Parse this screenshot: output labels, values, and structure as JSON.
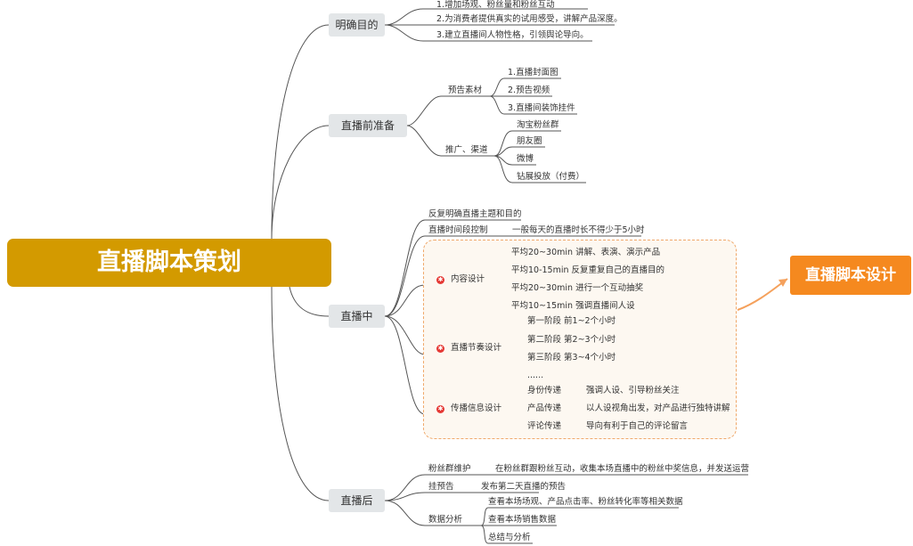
{
  "root": "直播脚本策划",
  "side_node": "直播脚本设计",
  "branches": {
    "goal": {
      "label": "明确目的",
      "items": [
        "1.增加场观、粉丝量和粉丝互动",
        "2.为消费者提供真实的试用感受，讲解产品深度。",
        "3.建立直播间人物性格，引领舆论导向。"
      ]
    },
    "prep": {
      "label": "直播前准备",
      "material": {
        "label": "预告素材",
        "items": [
          "1.直播封面图",
          "2.预告视频",
          "3.直播间装饰挂件"
        ]
      },
      "promo": {
        "label": "推广、渠道",
        "items": [
          "淘宝粉丝群",
          "朋友圈",
          "微博",
          "钻展投放（付费）"
        ]
      }
    },
    "live": {
      "label": "直播中",
      "topic": "反复明确直播主题和目的",
      "time": {
        "label": "直播时间段控制",
        "value": "一般每天的直播时长不得少于5小时"
      },
      "content": {
        "label": "内容设计",
        "items": [
          "平均20~30min 讲解、表演、演示产品",
          "平均10-15min 反复重复自己的直播目的",
          "平均20~30min 进行一个互动抽奖",
          "平均10~15min 强调直播间人设"
        ]
      },
      "rhythm": {
        "label": "直播节奏设计",
        "items": [
          "第一阶段  前1~2个小时",
          "第二阶段 第2~3个小时",
          "第三阶段 第3~4个小时",
          "......"
        ]
      },
      "info": {
        "label": "传播信息设计",
        "rows": [
          {
            "k": "身份传递",
            "v": "强调人设、引导粉丝关注"
          },
          {
            "k": "产品传递",
            "v": "以人设视角出发，对产品进行独特讲解"
          },
          {
            "k": "评论传递",
            "v": "导向有利于自己的评论留言"
          }
        ]
      }
    },
    "after": {
      "label": "直播后",
      "fans": {
        "label": "粉丝群维护",
        "value": "在粉丝群跟粉丝互动，收集本场直播中的粉丝中奖信息，并发送运营"
      },
      "preview": {
        "label": "挂预告",
        "value": "发布第二天直播的预告"
      },
      "data": {
        "label": "数据分析",
        "items": [
          "查看本场场观、产品点击率、粉丝转化率等相关数据",
          "查看本场销售数据",
          "总结与分析"
        ]
      }
    }
  },
  "colors": {
    "root": "#d39a00",
    "side": "#f5891f",
    "branch": "#e3e6e8",
    "line": "#555555",
    "mark": "#e53935"
  }
}
